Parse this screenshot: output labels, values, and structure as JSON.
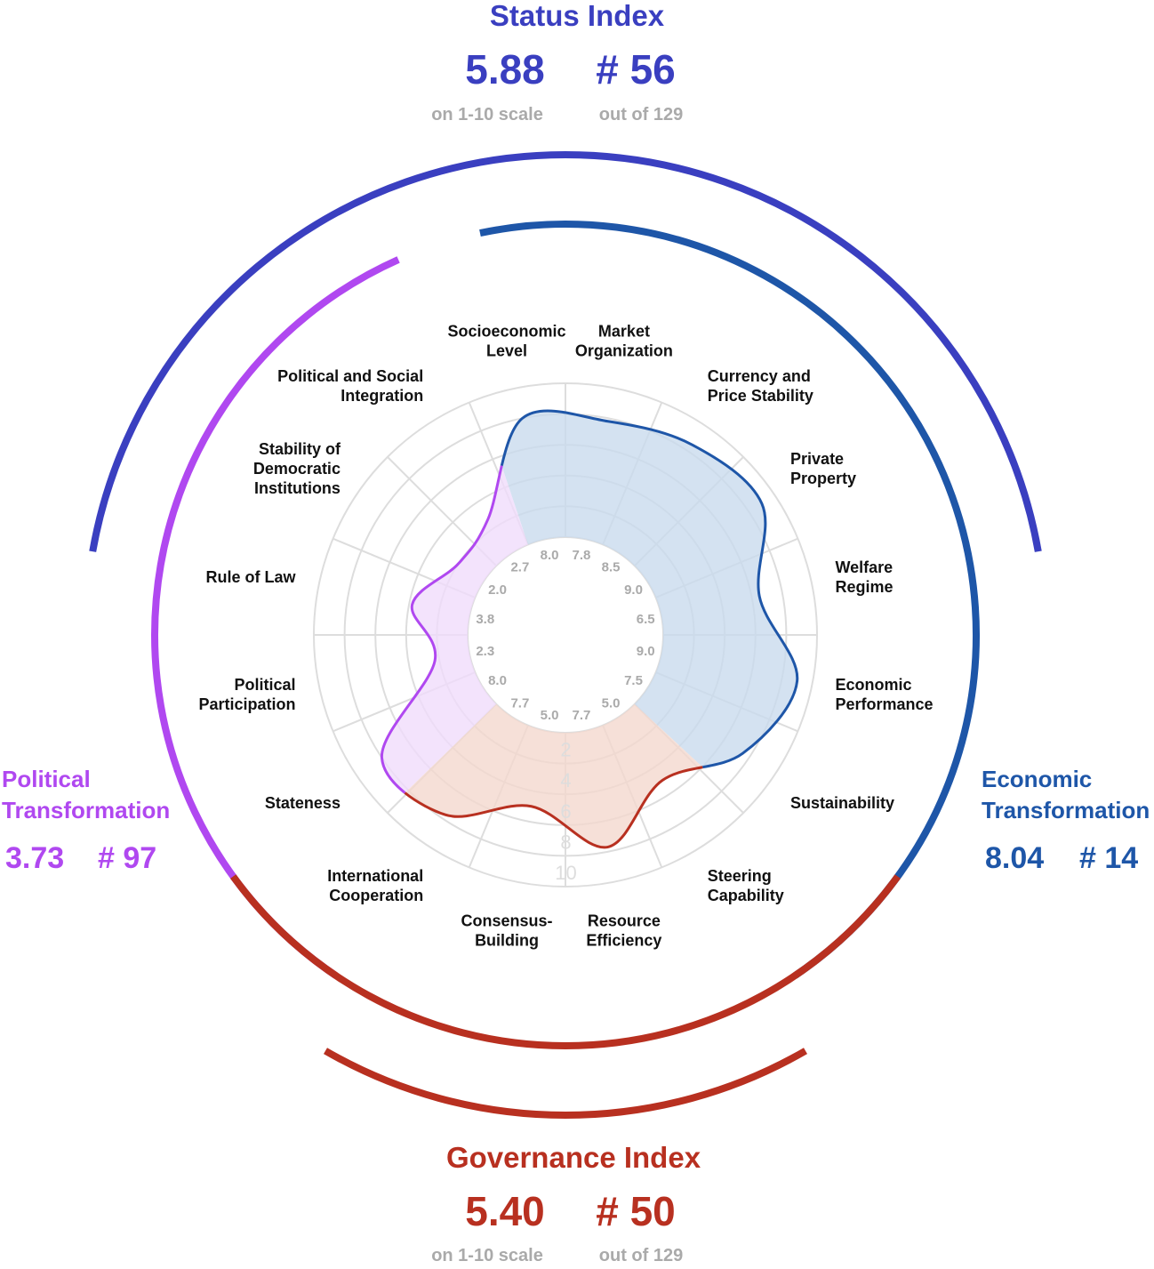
{
  "status_index": {
    "title": "Status Index",
    "score": "5.88",
    "rank": "# 56",
    "score_caption": "on 1-10 scale",
    "rank_caption": "out of 129",
    "color": "#3a3fc0"
  },
  "governance_index": {
    "title": "Governance Index",
    "score": "5.40",
    "rank": "# 50",
    "score_caption": "on 1-10 scale",
    "rank_caption": "out of 129",
    "color": "#b83020"
  },
  "political_transformation": {
    "title_line1": "Political",
    "title_line2": "Transformation",
    "score": "3.73",
    "rank": "# 97",
    "color": "#b048f0"
  },
  "economic_transformation": {
    "title_line1": "Economic",
    "title_line2": "Transformation",
    "score": "8.04",
    "rank": "# 14",
    "color": "#1e56a8"
  },
  "chart_data": {
    "type": "radar",
    "scale": [
      0,
      10
    ],
    "radial_tick_labels": [
      "2",
      "4",
      "6",
      "8",
      "10"
    ],
    "criteria": [
      {
        "label": "Market Organization",
        "value": 7.8,
        "display": "7.8",
        "group": "economic"
      },
      {
        "label": "Currency and Price Stability",
        "value": 8.5,
        "display": "8.5",
        "group": "economic"
      },
      {
        "label": "Private Property",
        "value": 9.0,
        "display": "9.0",
        "group": "economic"
      },
      {
        "label": "Welfare Regime",
        "value": 6.5,
        "display": "6.5",
        "group": "economic"
      },
      {
        "label": "Economic Performance",
        "value": 9.0,
        "display": "9.0",
        "group": "economic"
      },
      {
        "label": "Sustainability",
        "value": 7.5,
        "display": "7.5",
        "group": "economic"
      },
      {
        "label": "Steering Capability",
        "value": 5.0,
        "display": "5.0",
        "group": "governance"
      },
      {
        "label": "Resource Efficiency",
        "value": 7.7,
        "display": "7.7",
        "group": "governance"
      },
      {
        "label": "Consensus-Building",
        "value": 5.0,
        "display": "5.0",
        "group": "governance"
      },
      {
        "label": "International Cooperation",
        "value": 7.7,
        "display": "7.7",
        "group": "governance"
      },
      {
        "label": "Stateness",
        "value": 8.0,
        "display": "8.0",
        "group": "political"
      },
      {
        "label": "Political Participation",
        "value": 2.3,
        "display": "2.3",
        "group": "political"
      },
      {
        "label": "Rule of Law",
        "value": 3.8,
        "display": "3.8",
        "group": "political"
      },
      {
        "label": "Stability of Democratic Institutions",
        "value": 2.0,
        "display": "2.0",
        "group": "political"
      },
      {
        "label": "Political and Social Integration",
        "value": 2.7,
        "display": "2.7",
        "group": "political"
      },
      {
        "label": "Socioeconomic Level",
        "value": 8.0,
        "display": "8.0",
        "group": "economic"
      }
    ],
    "label_lines": [
      [
        "Market",
        "Organization"
      ],
      [
        "Currency and",
        "Price Stability"
      ],
      [
        "Private",
        "Property"
      ],
      [
        "Welfare",
        "Regime"
      ],
      [
        "Economic",
        "Performance"
      ],
      [
        "Sustainability"
      ],
      [
        "Steering",
        "Capability"
      ],
      [
        "Resource",
        "Efficiency"
      ],
      [
        "Consensus-",
        "Building"
      ],
      [
        "International",
        "Cooperation"
      ],
      [
        "Stateness"
      ],
      [
        "Political",
        "Participation"
      ],
      [
        "Rule of Law"
      ],
      [
        "Stability of",
        "Democratic",
        "Institutions"
      ],
      [
        "Political and Social",
        "Integration"
      ],
      [
        "Socioeconomic",
        "Level"
      ]
    ],
    "group_colors": {
      "economic": {
        "line": "#1e56a8",
        "fill": "#c9dbee"
      },
      "governance": {
        "line": "#b83020",
        "fill": "#f4d8ce"
      },
      "political": {
        "line": "#b048f0",
        "fill": "#f0dcfb"
      }
    },
    "grid_color": "#dddddd"
  }
}
